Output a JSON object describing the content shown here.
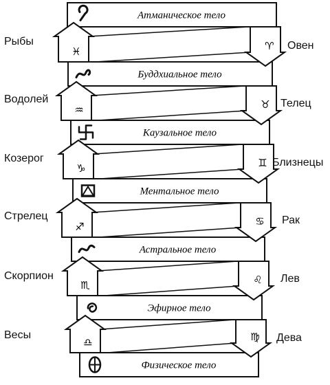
{
  "bodies": [
    {
      "label": "Атманическое тело",
      "icon": "atmic-symbol-icon"
    },
    {
      "label": "Буддхиальное тело",
      "icon": "buddhic-symbol-icon"
    },
    {
      "label": "Каузальное тело",
      "icon": "causal-symbol-icon"
    },
    {
      "label": "Ментальное тело",
      "icon": "mental-symbol-icon"
    },
    {
      "label": "Астральное тело",
      "icon": "astral-symbol-icon"
    },
    {
      "label": "Эфирное тело",
      "icon": "etheric-symbol-icon"
    },
    {
      "label": "Физическое тело",
      "icon": "physical-symbol-icon"
    }
  ],
  "left_signs": [
    {
      "name": "Рыбы",
      "glyph": "♓"
    },
    {
      "name": "Водолей",
      "glyph": "♒"
    },
    {
      "name": "Козерог",
      "glyph": "♑"
    },
    {
      "name": "Стрелец",
      "glyph": "♐"
    },
    {
      "name": "Скорпион",
      "glyph": "♏"
    },
    {
      "name": "Весы",
      "glyph": "♎"
    }
  ],
  "right_signs": [
    {
      "name": "Овен",
      "glyph": "♈"
    },
    {
      "name": "Телец",
      "glyph": "♉"
    },
    {
      "name": "Близнецы",
      "glyph": "♊"
    },
    {
      "name": "Рак",
      "glyph": "♋"
    },
    {
      "name": "Лев",
      "glyph": "♌"
    },
    {
      "name": "Дева",
      "glyph": "♍"
    }
  ]
}
